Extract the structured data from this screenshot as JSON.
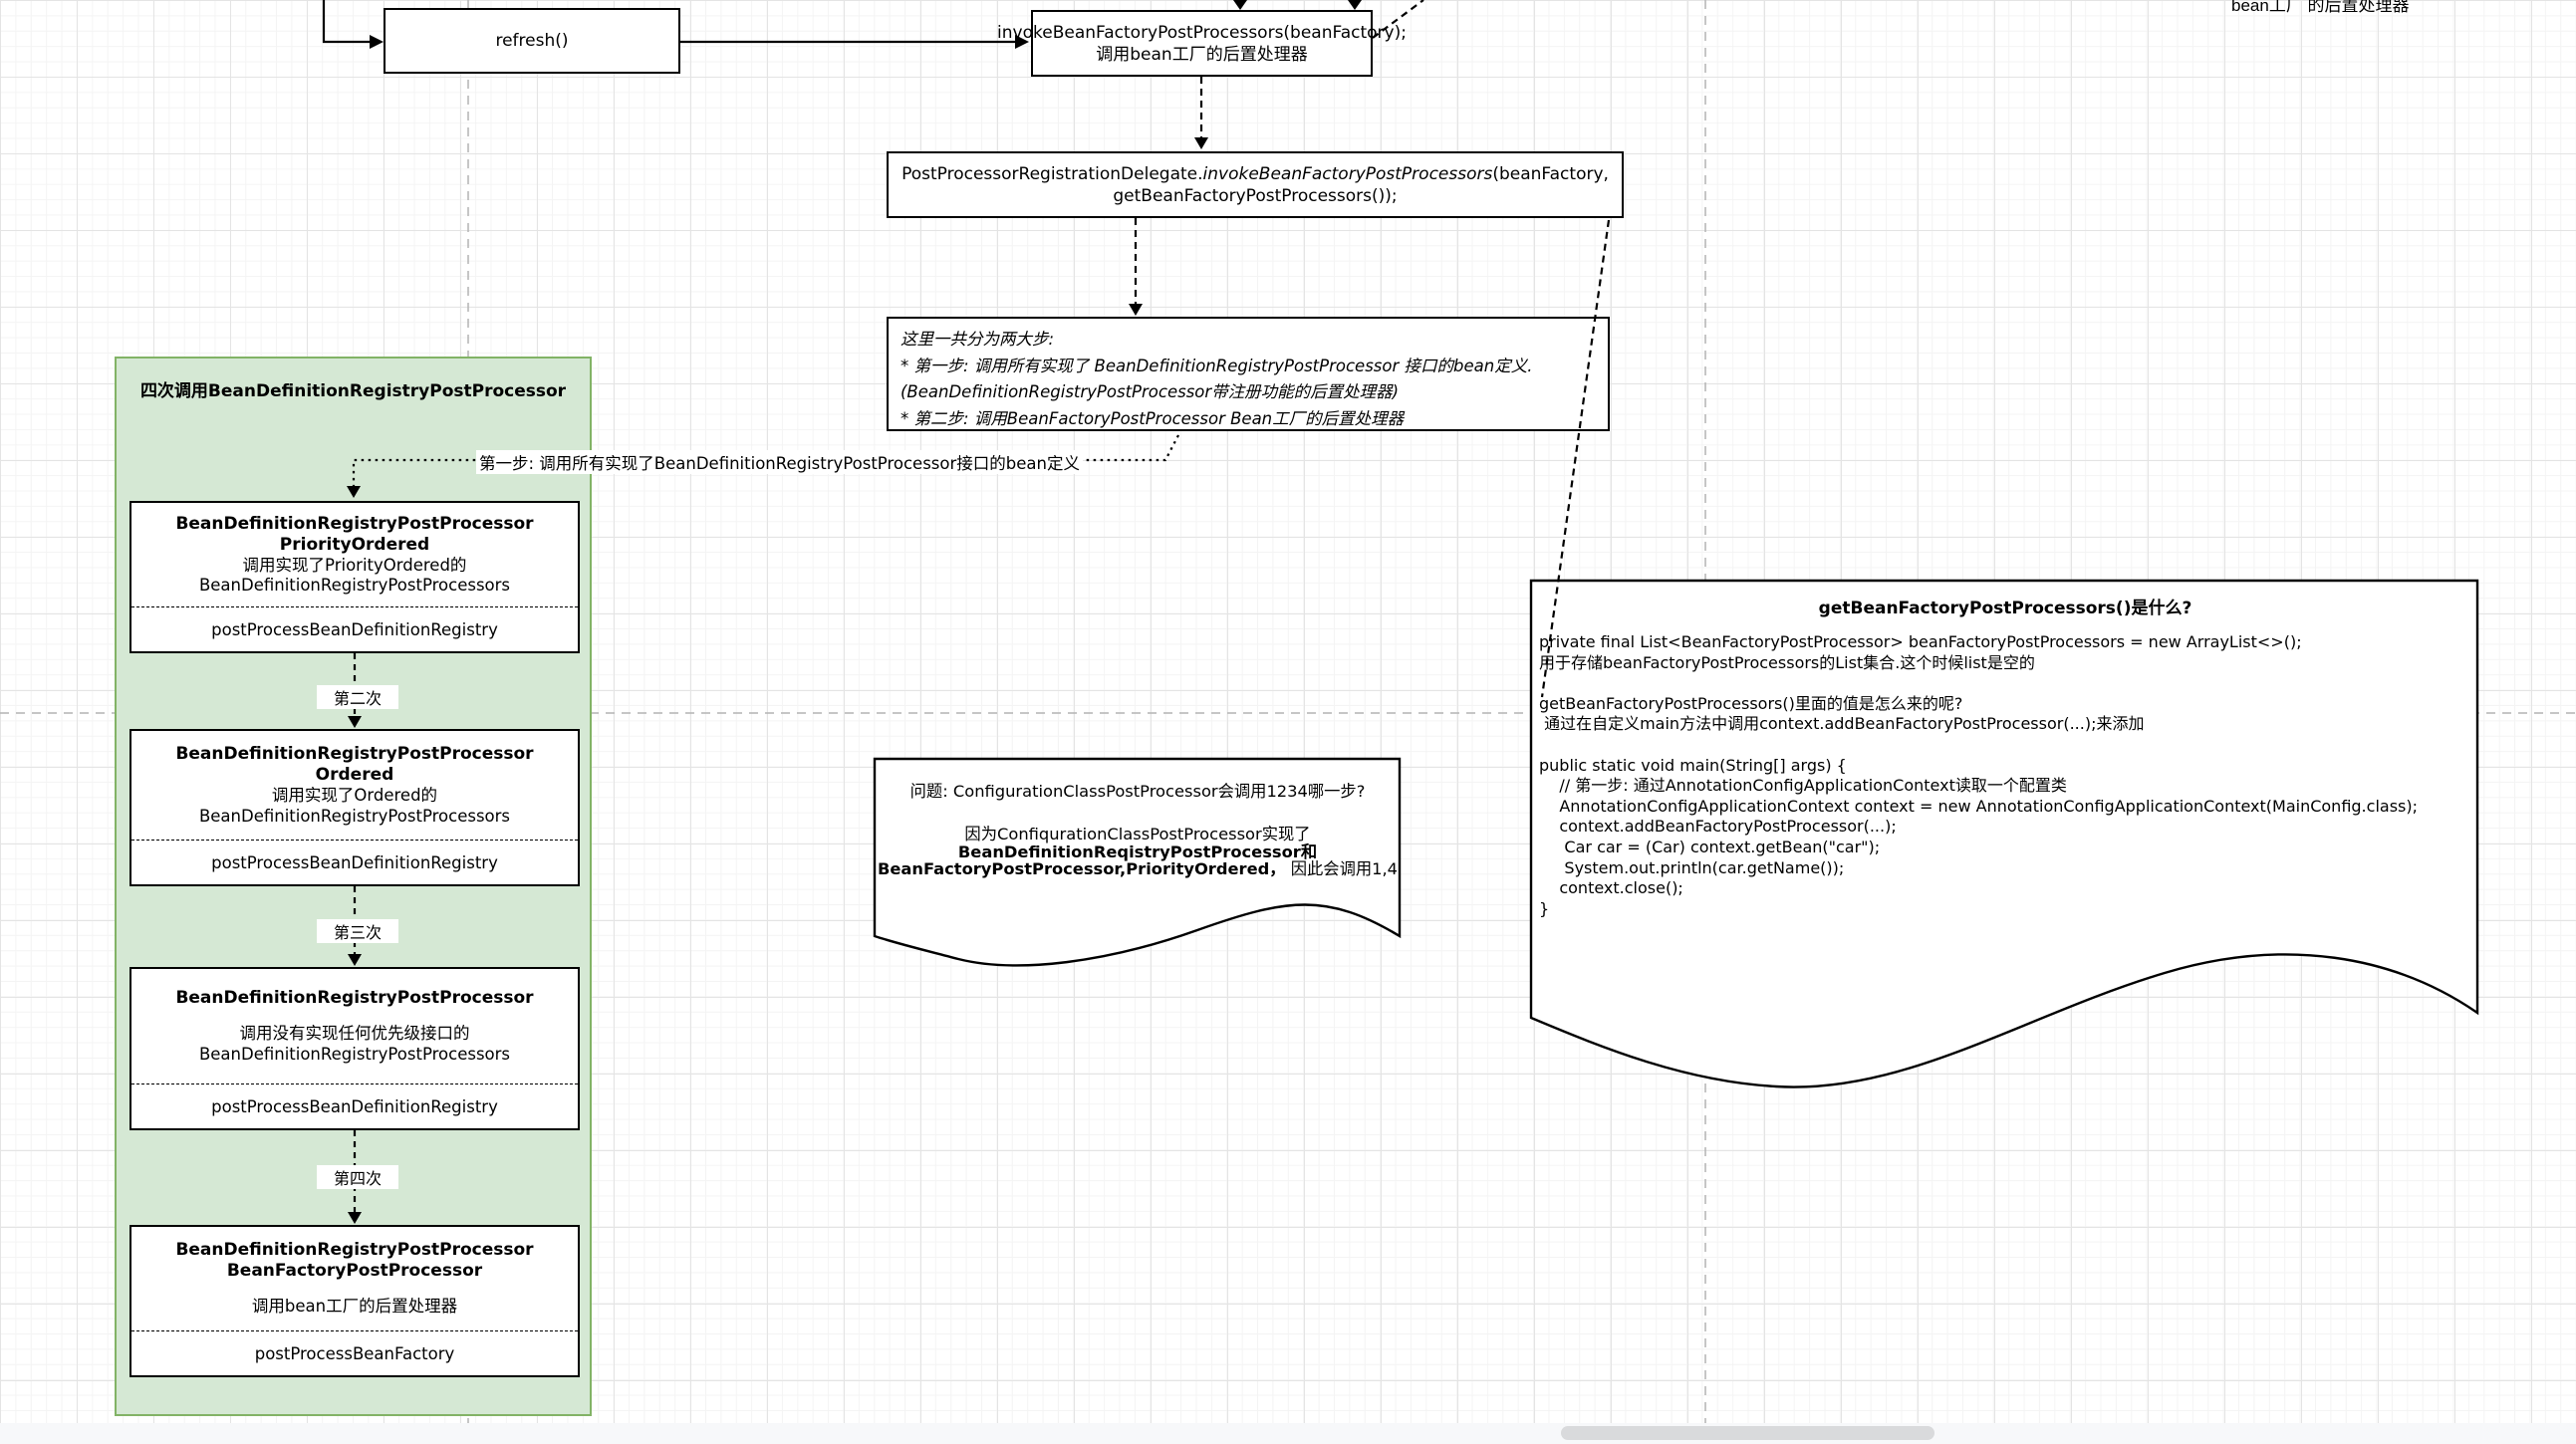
{
  "colors": {
    "green_fill": "#d5e8d4",
    "green_border": "#82b366",
    "line_color": "#000000",
    "guide_color": "#b3b3b3",
    "scrollbar_thumb": "#d9dadc"
  },
  "top_right_partial": "bean工厂 的后置处理器",
  "flow": {
    "refresh_label": "refresh()",
    "invoke_box": {
      "line1": "invokeBeanFactoryPostProcessors(beanFactory);",
      "line2": "调用bean工厂的后置处理器"
    },
    "delegate_box": {
      "prefix": "PostProcessorRegistrationDelegate.",
      "method_italic": "invokeBeanFactoryPostProcessors",
      "suffix": "(beanFactory,",
      "line2": "getBeanFactoryPostProcessors());"
    },
    "steps_note_lines": [
      "这里一共分为两大步:",
      "* 第一步: 调用所有实现了 BeanDefinitionRegistryPostProcessor 接口的bean定义.",
      "(BeanDefinitionRegistryPostProcessor带注册功能的后置处理器)",
      "* 第二步: 调用BeanFactoryPostProcessor Bean工厂的后置处理器"
    ]
  },
  "step1_annotation": "第一步: 调用所有实现了BeanDefinitionRegistryPostProcessor接口的bean定义",
  "green_panel": {
    "title": "四次调用BeanDefinitionRegistryPostProcessor",
    "boxes": [
      {
        "title_lines": [
          "BeanDefinitionRegistryPostProcessor",
          "PriorityOrdered"
        ],
        "desc_lines": [
          "调用实现了PriorityOrdered的",
          "BeanDefinitionRegistryPostProcessors"
        ],
        "method": "postProcessBeanDefinitionRegistry"
      },
      {
        "title_lines": [
          "BeanDefinitionRegistryPostProcessor",
          "Ordered"
        ],
        "desc_lines": [
          "调用实现了Ordered的",
          "BeanDefinitionRegistryPostProcessors"
        ],
        "method": "postProcessBeanDefinitionRegistry"
      },
      {
        "title_lines": [
          "BeanDefinitionRegistryPostProcessor"
        ],
        "desc_lines": [
          "调用没有实现任何优先级接口的",
          "BeanDefinitionRegistryPostProcessors"
        ],
        "method": "postProcessBeanDefinitionRegistry"
      },
      {
        "title_lines": [
          "BeanDefinitionRegistryPostProcessor",
          "BeanFactoryPostProcessor"
        ],
        "desc_lines": [
          "调用bean工厂的后置处理器"
        ],
        "method": "postProcessBeanFactory"
      }
    ],
    "arrow_labels": [
      "第二次",
      "第三次",
      "第四次"
    ]
  },
  "question_note": {
    "line1": "问题: ConfigurationClassPostProcessor会调用1234哪一步?",
    "line2": "因为ConfiqurationClassPostProcessor实现了",
    "line3_bold": "BeanDefinitionReqistryPostProcessor和",
    "line4_bold": "BeanFactoryPostProcessor,PriorityOrdered，",
    "line4_normal": " 因此会调用1,4"
  },
  "getter_note": {
    "title": "getBeanFactoryPostProcessors()是什么?",
    "code_lines": [
      "private final List<BeanFactoryPostProcessor> beanFactoryPostProcessors = new ArrayList<>();",
      "用于存储beanFactoryPostProcessors的List集合.这个时候list是空的",
      "",
      "getBeanFactoryPostProcessors()里面的值是怎么来的呢?",
      " 通过在自定义main方法中调用context.addBeanFactoryPostProcessor(...);来添加",
      "",
      "public static void main(String[] args) {",
      "    // 第一步: 通过AnnotationConfigApplicationContext读取一个配置类",
      "    AnnotationConfigApplicationContext context = new AnnotationConfigApplicationContext(MainConfig.class);",
      "    context.addBeanFactoryPostProcessor(...);",
      "     Car car = (Car) context.getBean(\"car\");",
      "     System.out.println(car.getName());",
      "    context.close();",
      "}"
    ]
  }
}
